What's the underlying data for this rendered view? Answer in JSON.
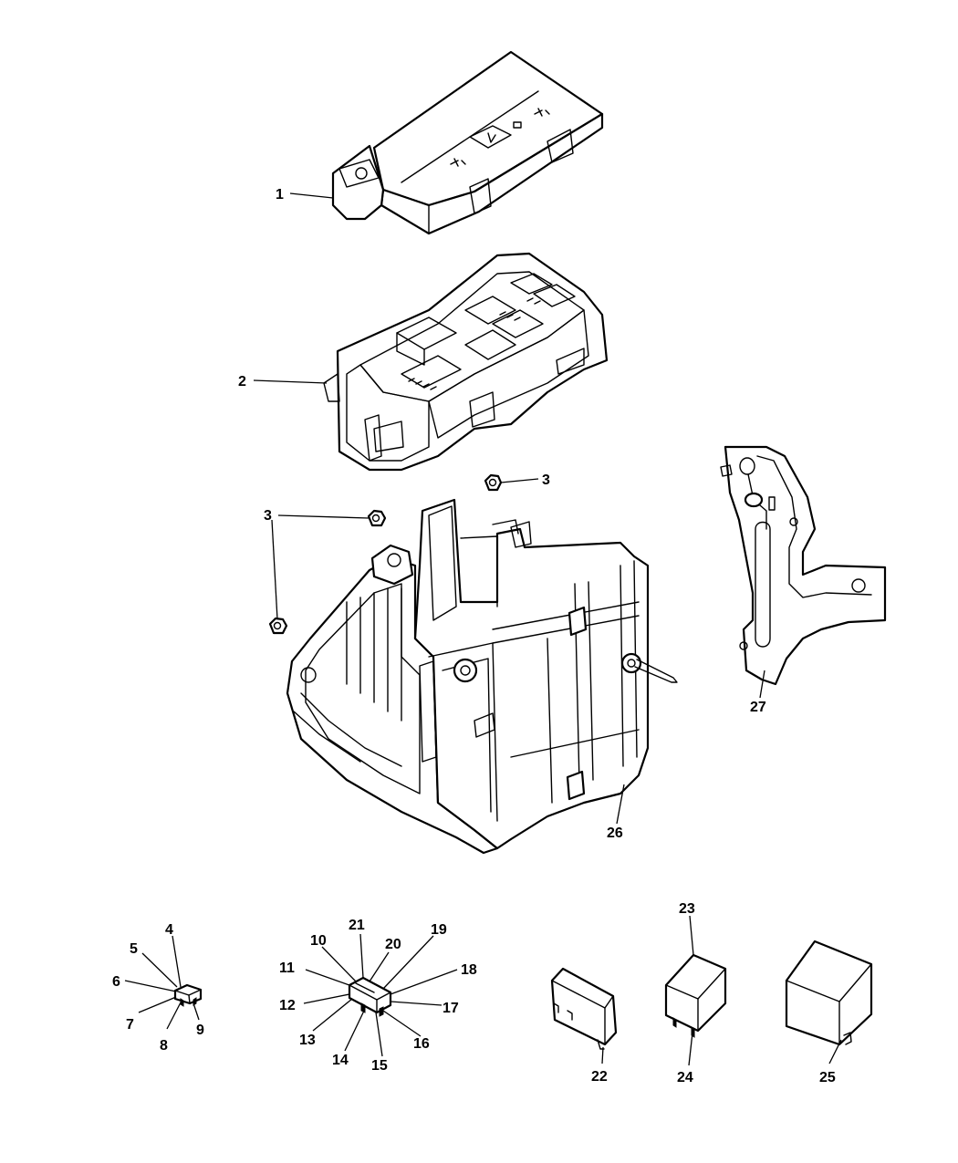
{
  "callouts": {
    "c1": "1",
    "c2": "2",
    "c3a": "3",
    "c3b": "3",
    "c3c": "3",
    "c4": "4",
    "c5": "5",
    "c6": "6",
    "c7": "7",
    "c8": "8",
    "c9": "9",
    "c10": "10",
    "c11": "11",
    "c12": "12",
    "c13": "13",
    "c14": "14",
    "c15": "15",
    "c16": "16",
    "c17": "17",
    "c18": "18",
    "c19": "19",
    "c20": "20",
    "c21": "21",
    "c22": "22",
    "c23": "23",
    "c24": "24",
    "c25": "25",
    "c26": "26",
    "c27": "27"
  }
}
